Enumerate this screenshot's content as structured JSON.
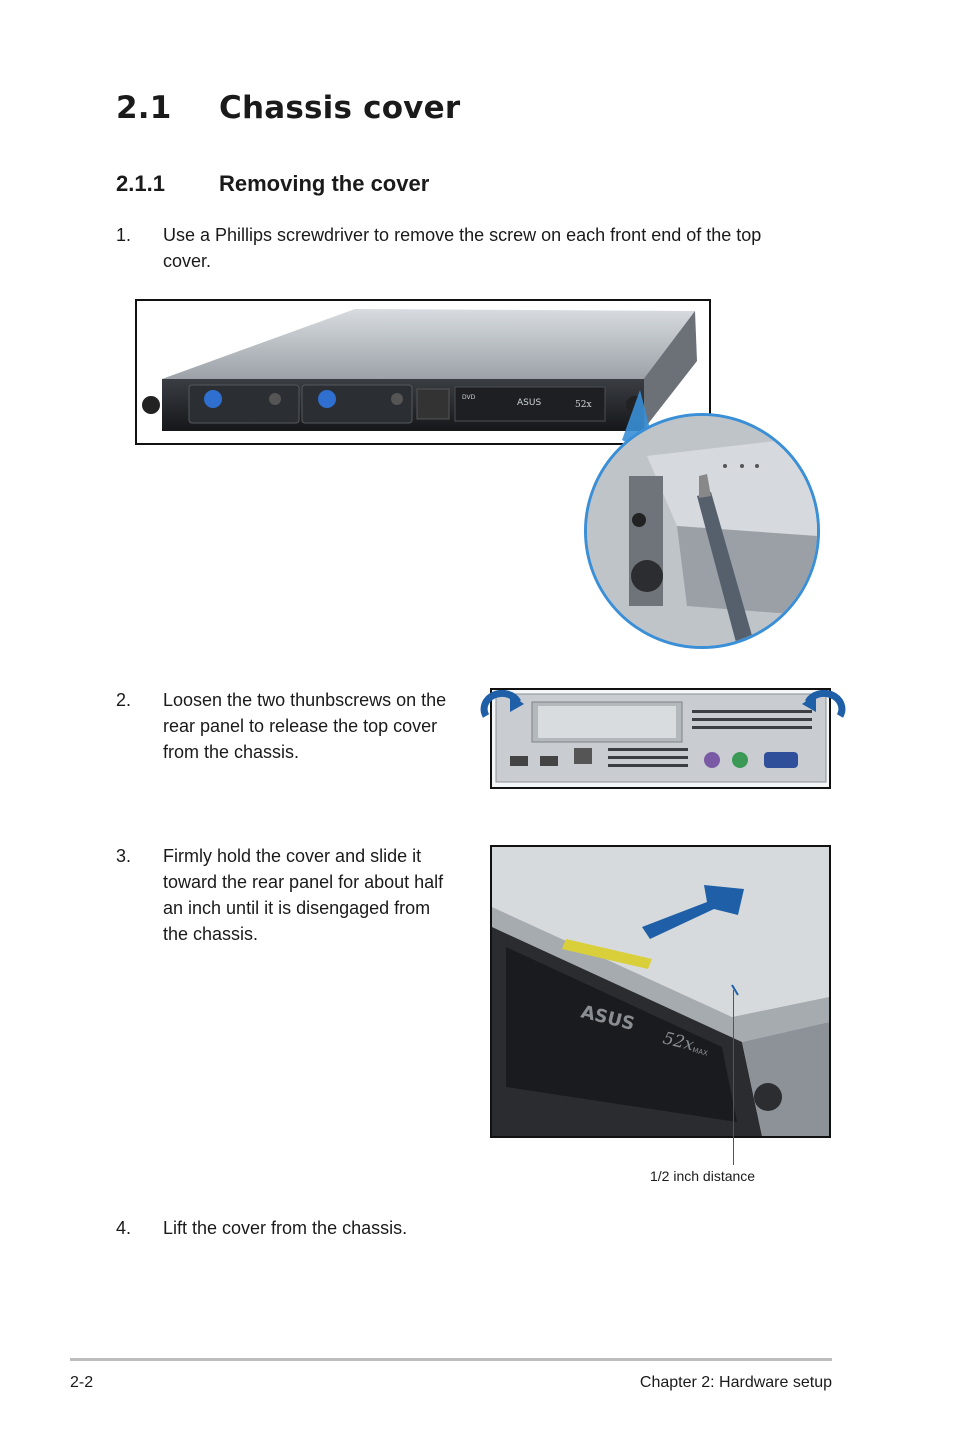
{
  "section": {
    "number": "2.1",
    "title": "Chassis cover"
  },
  "subsection": {
    "number": "2.1.1",
    "title": "Removing the cover"
  },
  "steps": [
    {
      "num": "1.",
      "text": [
        "Use a Phillips screwdriver to remove the screw on each front end of the top",
        "cover."
      ]
    },
    {
      "num": "2.",
      "text": [
        "Loosen the two thunbscrews on the",
        "rear panel to release the top cover",
        "from the chassis."
      ]
    },
    {
      "num": "3.",
      "text": [
        "Firmly hold the cover and slide it",
        "toward the rear panel for about half",
        "an inch until it is disengaged from",
        "the chassis."
      ]
    },
    {
      "num": "4.",
      "text": [
        "Lift the cover from the chassis."
      ]
    }
  ],
  "figure1": {
    "brand": "ASUS",
    "drive_speed": "52x",
    "drive_label": "DVD"
  },
  "figure3": {
    "brand": "ASUS",
    "drive_speed": "52x",
    "drive_speed_suffix": "MAX",
    "caption": "1/2 inch distance"
  },
  "colors": {
    "arrow": "#1f5fa8",
    "circle": "#3a8fd6",
    "cover": "#b9bec4"
  },
  "footer": {
    "page": "2-2",
    "chapter": "Chapter 2:  Hardware setup"
  }
}
